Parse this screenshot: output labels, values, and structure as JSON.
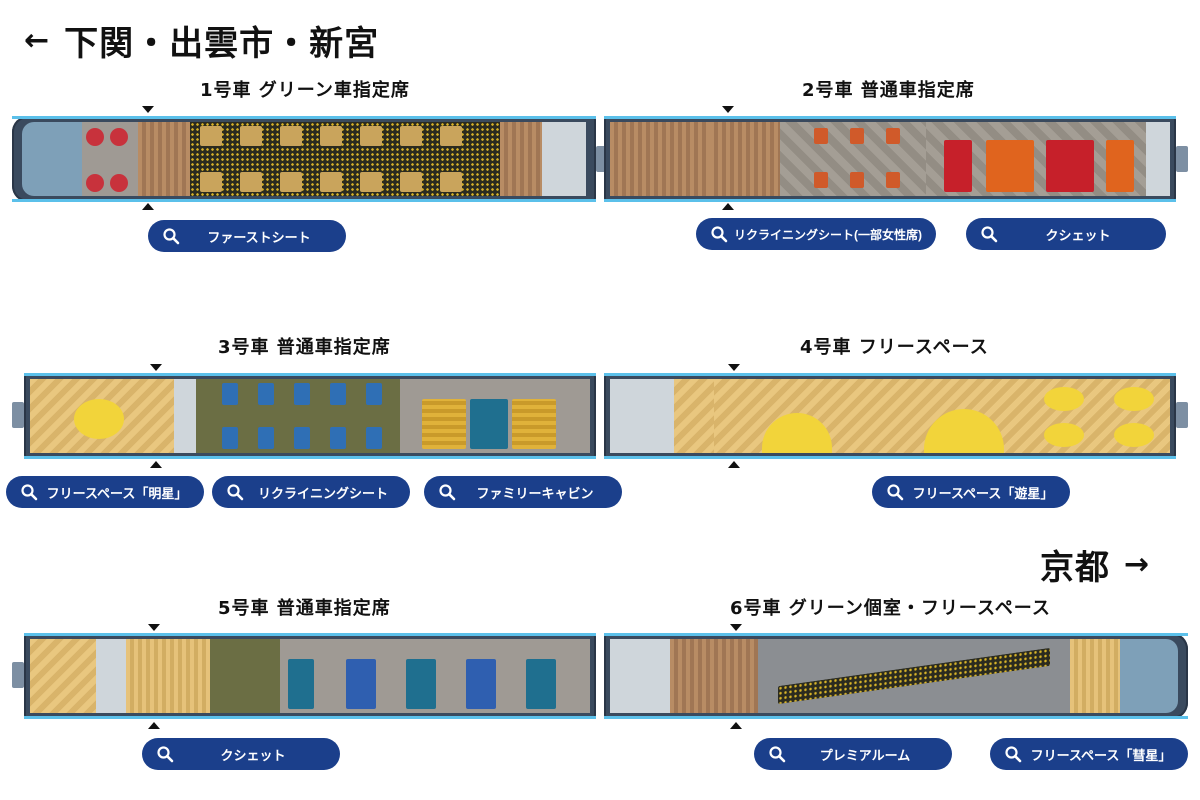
{
  "headings": {
    "west": {
      "arrow": "←",
      "label": "下関・出雲市・新宮"
    },
    "east": {
      "arrow": "→",
      "label": "京都"
    }
  },
  "cars": [
    {
      "title": "1号車 グリーン車指定席",
      "buttons": [
        "ファーストシート"
      ]
    },
    {
      "title": "2号車 普通車指定席",
      "buttons": [
        "リクライニングシート(一部女性席)",
        "クシェット"
      ]
    },
    {
      "title": "3号車 普通車指定席",
      "buttons": [
        "フリースペース「明星」",
        "リクライニングシート",
        "ファミリーキャビン"
      ]
    },
    {
      "title": "4号車 フリースペース",
      "buttons": [
        "フリースペース「遊星」"
      ]
    },
    {
      "title": "5号車 普通車指定席",
      "buttons": [
        "クシェット"
      ]
    },
    {
      "title": "6号車 グリーン個室・フリースペース",
      "buttons": [
        "プレミアルーム",
        "フリースペース「彗星」"
      ]
    }
  ],
  "icons": {
    "search": "search-icon",
    "entrance": "door-marker"
  },
  "colors": {
    "button": "#1b3f8b",
    "accent": "#5bc0ea",
    "body": "#3a4a5e"
  }
}
